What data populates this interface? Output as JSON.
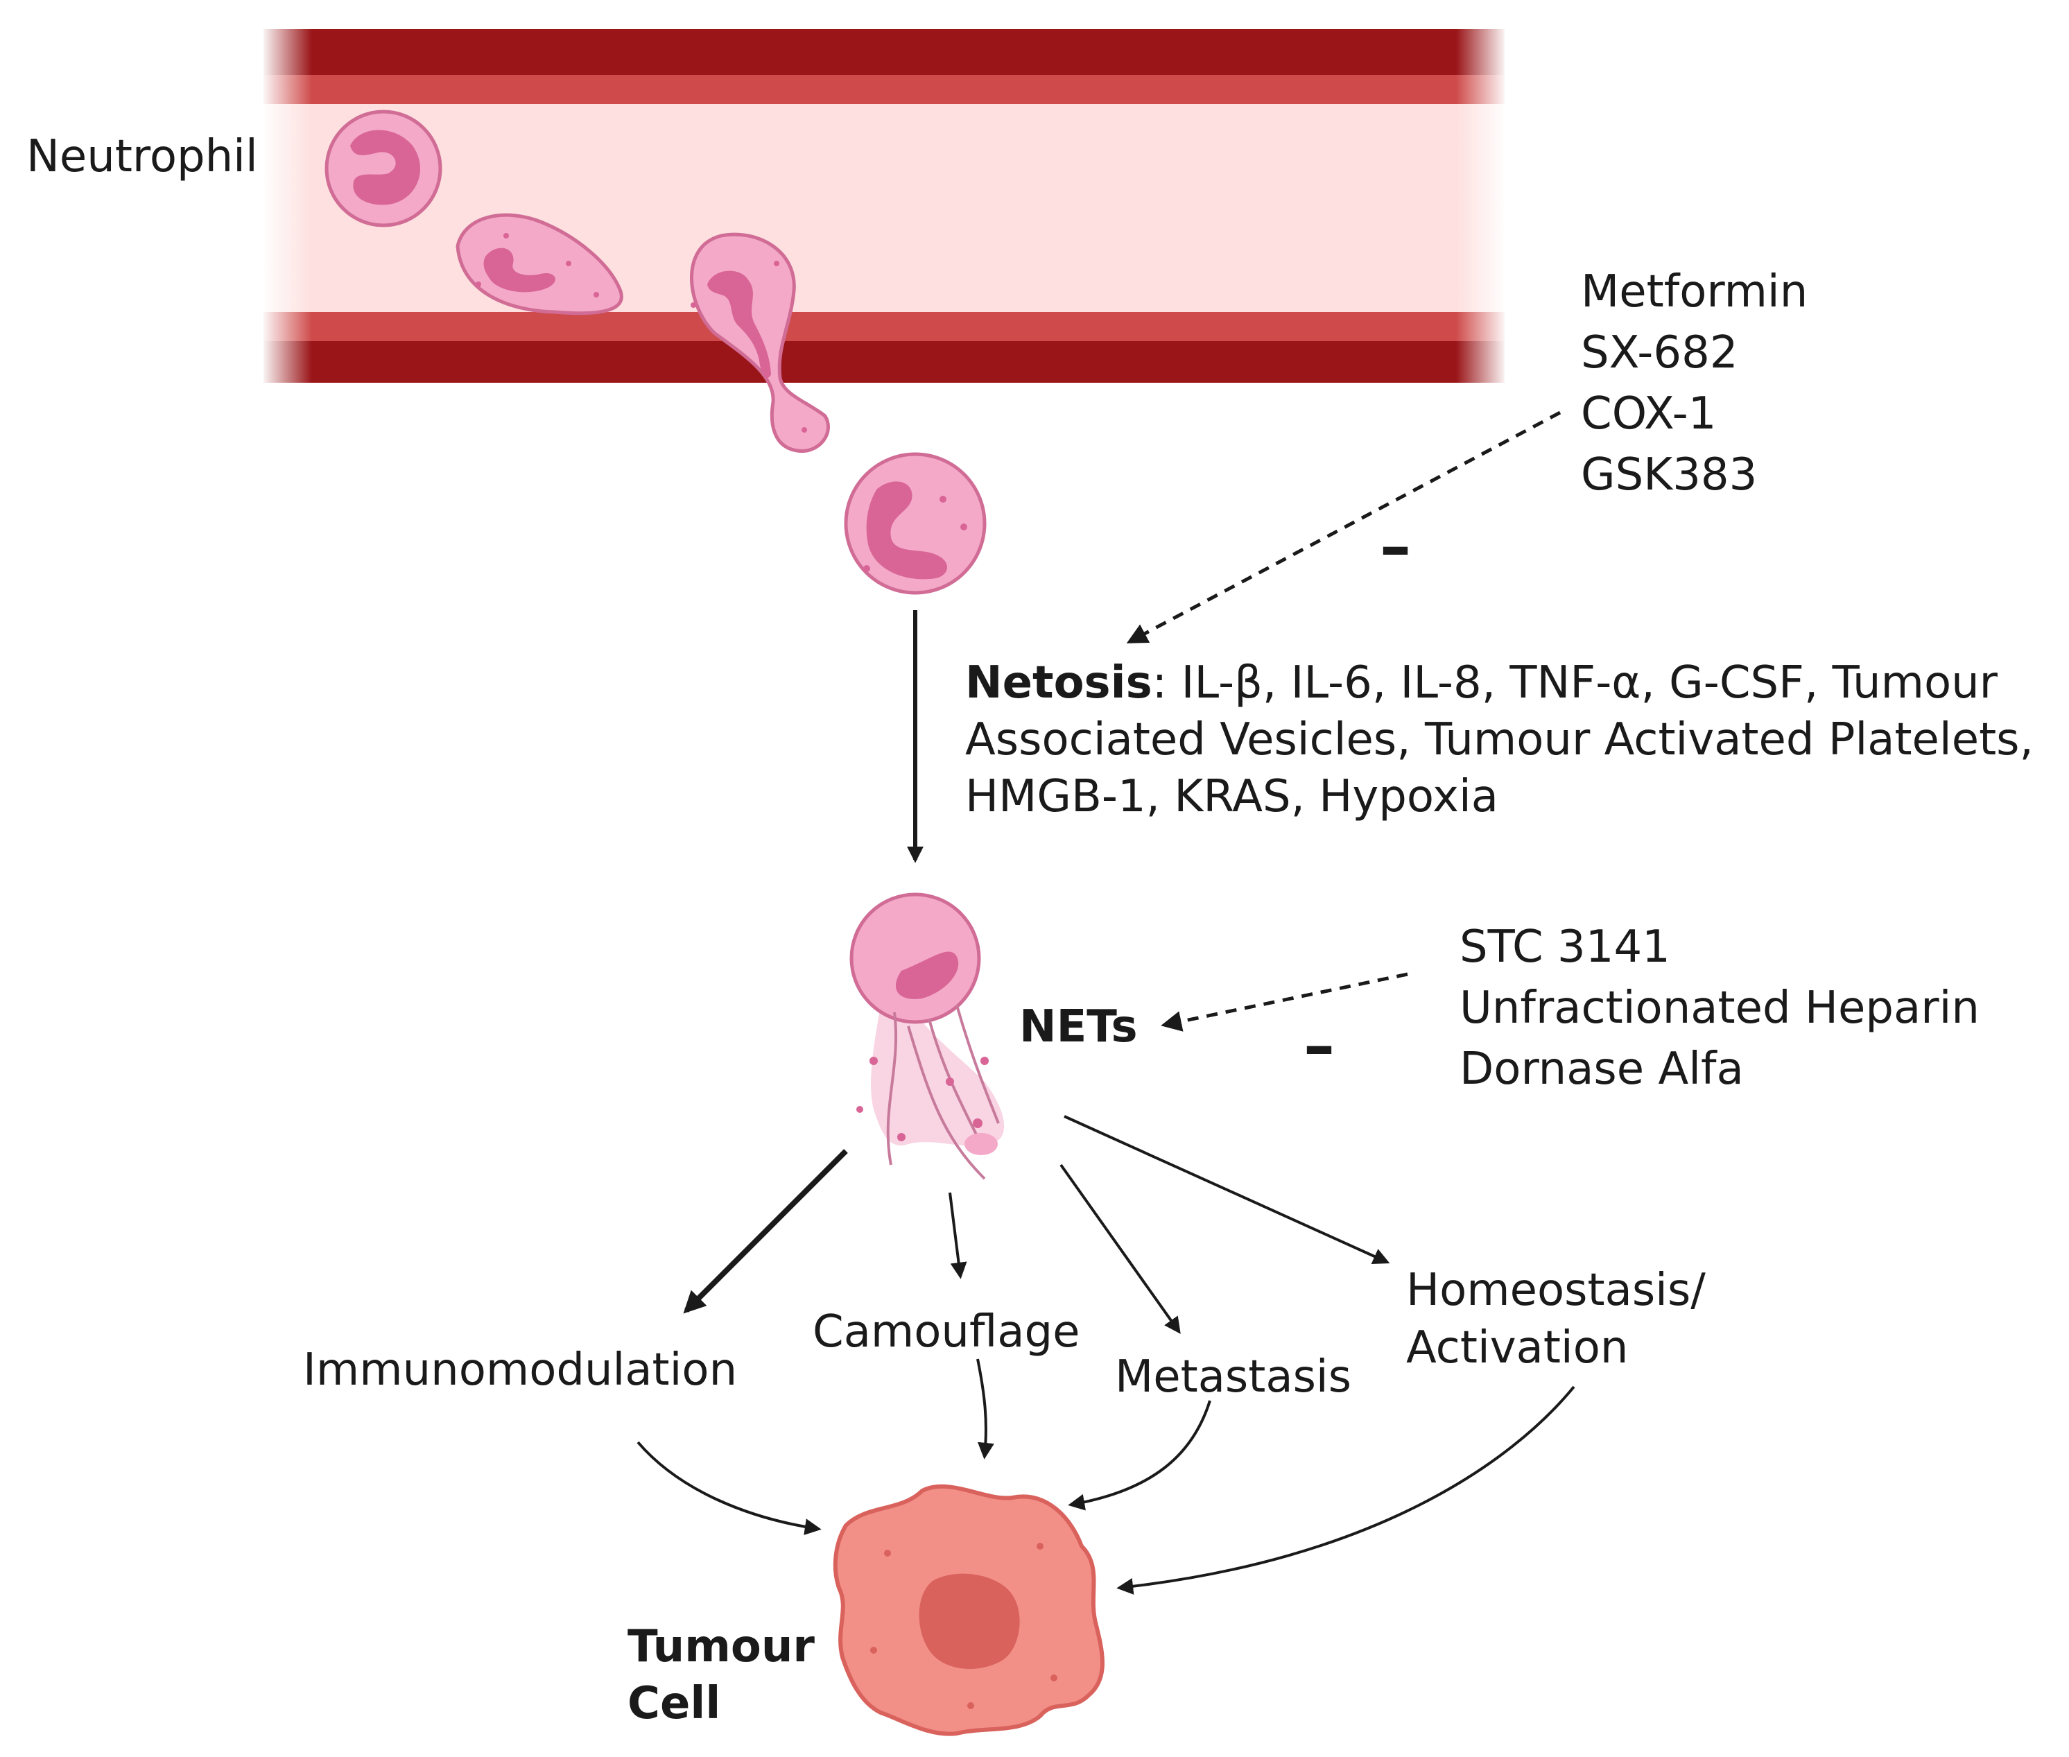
{
  "labels": {
    "neutrophil": "Neutrophil",
    "inhibitors_netosis": [
      "Metformin",
      "SX-682",
      "COX-1",
      "GSK383"
    ],
    "inhibit_sign_1": "–",
    "netosis_term": "Netosis",
    "netosis_list": ": IL-β, IL-6, IL-8, TNF-α, G-CSF, Tumour Associated Vesicles, Tumour Activated Platelets, HMGB-1, KRAS, Hypoxia",
    "nets": "NETs",
    "inhibitors_nets": [
      "STC 3141",
      "Unfractionated Heparin",
      "Dornase Alfa"
    ],
    "inhibit_sign_2": "–",
    "outcomes": {
      "immunomodulation": "Immunomodulation",
      "camouflage": "Camouflage",
      "metastasis": "Metastasis",
      "homeostasis": "Homeostasis/\nActivation"
    },
    "tumour_cell": "Tumour\nCell"
  },
  "colors": {
    "vessel_wall_dark": "#9a1518",
    "vessel_wall_mid": "#cf4b4b",
    "vessel_lumen": "#fde0df",
    "neutrophil_fill": "#f4a9c8",
    "neutrophil_nucleus": "#d86596",
    "tumour_fill": "#f29088",
    "tumour_nucleus": "#d9625d",
    "arrow": "#1a1a1a"
  },
  "icons": [
    "blood-vessel",
    "neutrophil-icon",
    "net-releasing-neutrophil-icon",
    "tumour-cell-icon"
  ]
}
